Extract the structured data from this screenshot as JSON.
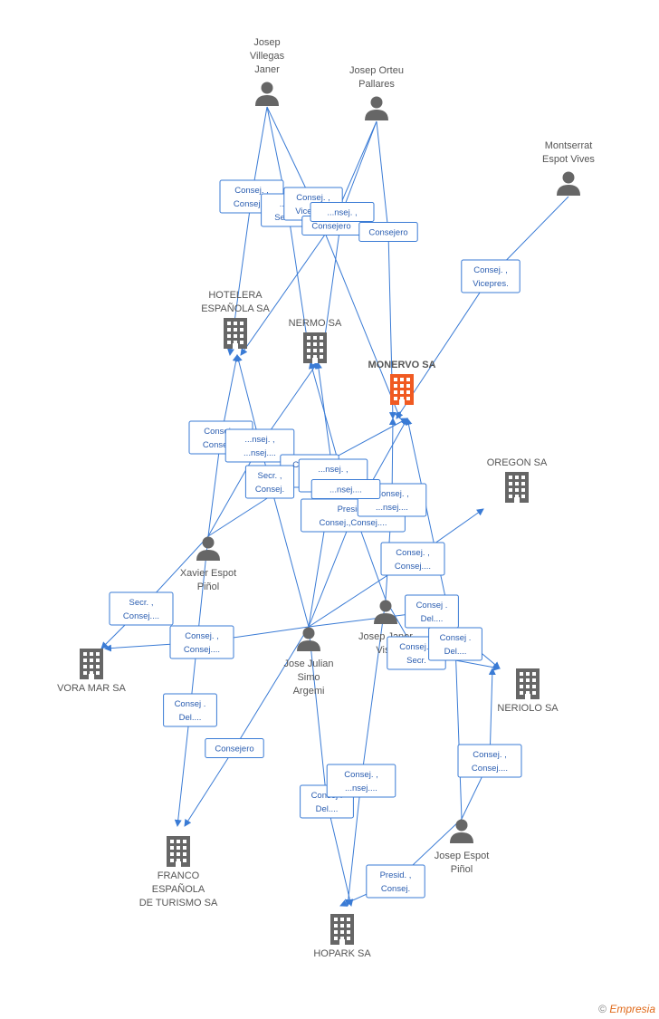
{
  "colors": {
    "edge": "#3a7bd5",
    "icon": "#666666",
    "focus_icon": "#f05a22",
    "label": "#555555"
  },
  "nodes": [
    {
      "id": "jvj",
      "type": "person",
      "label": [
        "Josep",
        "Villegas",
        "Janer"
      ]
    },
    {
      "id": "jop",
      "type": "person",
      "label": [
        "Josep Orteu",
        "Pallares"
      ]
    },
    {
      "id": "mev",
      "type": "person",
      "label": [
        "Montserrat",
        "Espot Vives"
      ]
    },
    {
      "id": "hotelera",
      "type": "company",
      "label": [
        "HOTELERA",
        "ESPAÑOLA SA"
      ]
    },
    {
      "id": "nermo",
      "type": "company",
      "label": [
        "NERMO SA"
      ]
    },
    {
      "id": "monervo",
      "type": "company",
      "focus": true,
      "label": [
        "MONERVO SA"
      ]
    },
    {
      "id": "oregon",
      "type": "company",
      "label": [
        "OREGON SA"
      ]
    },
    {
      "id": "xep",
      "type": "person",
      "label": [
        "Xavier Espot",
        "Piñol"
      ]
    },
    {
      "id": "jjsa",
      "type": "person",
      "label": [
        "Jose Julian",
        "Simo",
        "Argemi"
      ]
    },
    {
      "id": "jjv",
      "type": "person",
      "label": [
        "Josep Janer",
        "Visa"
      ]
    },
    {
      "id": "voramar",
      "type": "company",
      "label": [
        "VORA MAR SA"
      ]
    },
    {
      "id": "neriolo",
      "type": "company",
      "label": [
        "NERIOLO SA"
      ]
    },
    {
      "id": "franco",
      "type": "company",
      "label": [
        "FRANCO",
        "ESPAÑOLA",
        "DE TURISMO SA"
      ]
    },
    {
      "id": "jep",
      "type": "person",
      "label": [
        "Josep Espot",
        "Piñol"
      ]
    },
    {
      "id": "hopark",
      "type": "company",
      "label": [
        "HOPARK SA"
      ]
    }
  ],
  "edges": [
    {
      "from": "jvj",
      "to": "hotelera",
      "label": [
        "Consej. ,",
        "Consej...."
      ]
    },
    {
      "from": "jvj",
      "to": "nermo",
      "label": [
        "...on",
        "Secr...."
      ]
    },
    {
      "from": "jvj",
      "to": "monervo",
      "label": [
        "Consej. ,",
        "Vicepres."
      ]
    },
    {
      "from": "jop",
      "to": "hotelera",
      "label": [
        "Consejero"
      ]
    },
    {
      "from": "jop",
      "to": "nermo",
      "label": [
        "...nsej. ,"
      ]
    },
    {
      "from": "jop",
      "to": "monervo",
      "label": [
        "Consejero"
      ]
    },
    {
      "from": "mev",
      "to": "monervo",
      "label": [
        "Consej. ,",
        "Vicepres."
      ]
    },
    {
      "from": "xep",
      "to": "hotelera",
      "label": [
        "Consej. ,",
        "Consej...."
      ]
    },
    {
      "from": "xep",
      "to": "nermo",
      "label": [
        "...nsej. ,",
        "...nsej...."
      ]
    },
    {
      "from": "xep",
      "to": "monervo",
      "label": [
        "Consej. ,",
        "Secr."
      ]
    },
    {
      "from": "xep",
      "to": "voramar",
      "label": [
        "Secr. ,",
        "Consej...."
      ]
    },
    {
      "from": "xep",
      "to": "franco",
      "label": [
        "Consej .",
        "Del...."
      ]
    },
    {
      "from": "jjsa",
      "to": "hotelera",
      "label": [
        "Secr. ,",
        "Consej."
      ]
    },
    {
      "from": "jjsa",
      "to": "nermo",
      "label": [
        "...nsej. ,",
        "...nsej...."
      ]
    },
    {
      "from": "jjsa",
      "to": "monervo",
      "label": [
        "Presid. ,",
        "Consej.,Consej...."
      ]
    },
    {
      "from": "jjsa",
      "to": "oregon",
      "label": [
        "Consej. ,",
        "Consej...."
      ]
    },
    {
      "from": "jjsa",
      "to": "voramar",
      "label": [
        "Consej. ,",
        "Consej...."
      ]
    },
    {
      "from": "jjsa",
      "to": "neriolo",
      "label": [
        "Consej .",
        "Del...."
      ]
    },
    {
      "from": "jjsa",
      "to": "franco",
      "label": [
        "Consejero"
      ]
    },
    {
      "from": "jjsa",
      "to": "hopark",
      "label": [
        "Consej .",
        "Del...."
      ]
    },
    {
      "from": "jjv",
      "to": "monervo",
      "label": [
        "Consej. ,",
        "...nsej...."
      ]
    },
    {
      "from": "jjv",
      "to": "nermo",
      "label": [
        "...nsej...."
      ]
    },
    {
      "from": "jjv",
      "to": "neriolo",
      "label": [
        "Consej. ,",
        "Secr."
      ]
    },
    {
      "from": "jjv",
      "to": "hopark",
      "label": [
        "Consej. ,",
        "...nsej...."
      ]
    },
    {
      "from": "jep",
      "to": "monervo",
      "label": [
        "Consej .",
        "Del...."
      ]
    },
    {
      "from": "jep",
      "to": "neriolo",
      "label": [
        "Consej. ,",
        "Consej...."
      ]
    },
    {
      "from": "jep",
      "to": "hopark",
      "label": [
        "Presid. ,",
        "Consej."
      ]
    }
  ],
  "footer": {
    "copyright": "©",
    "brand": "Empresia"
  }
}
